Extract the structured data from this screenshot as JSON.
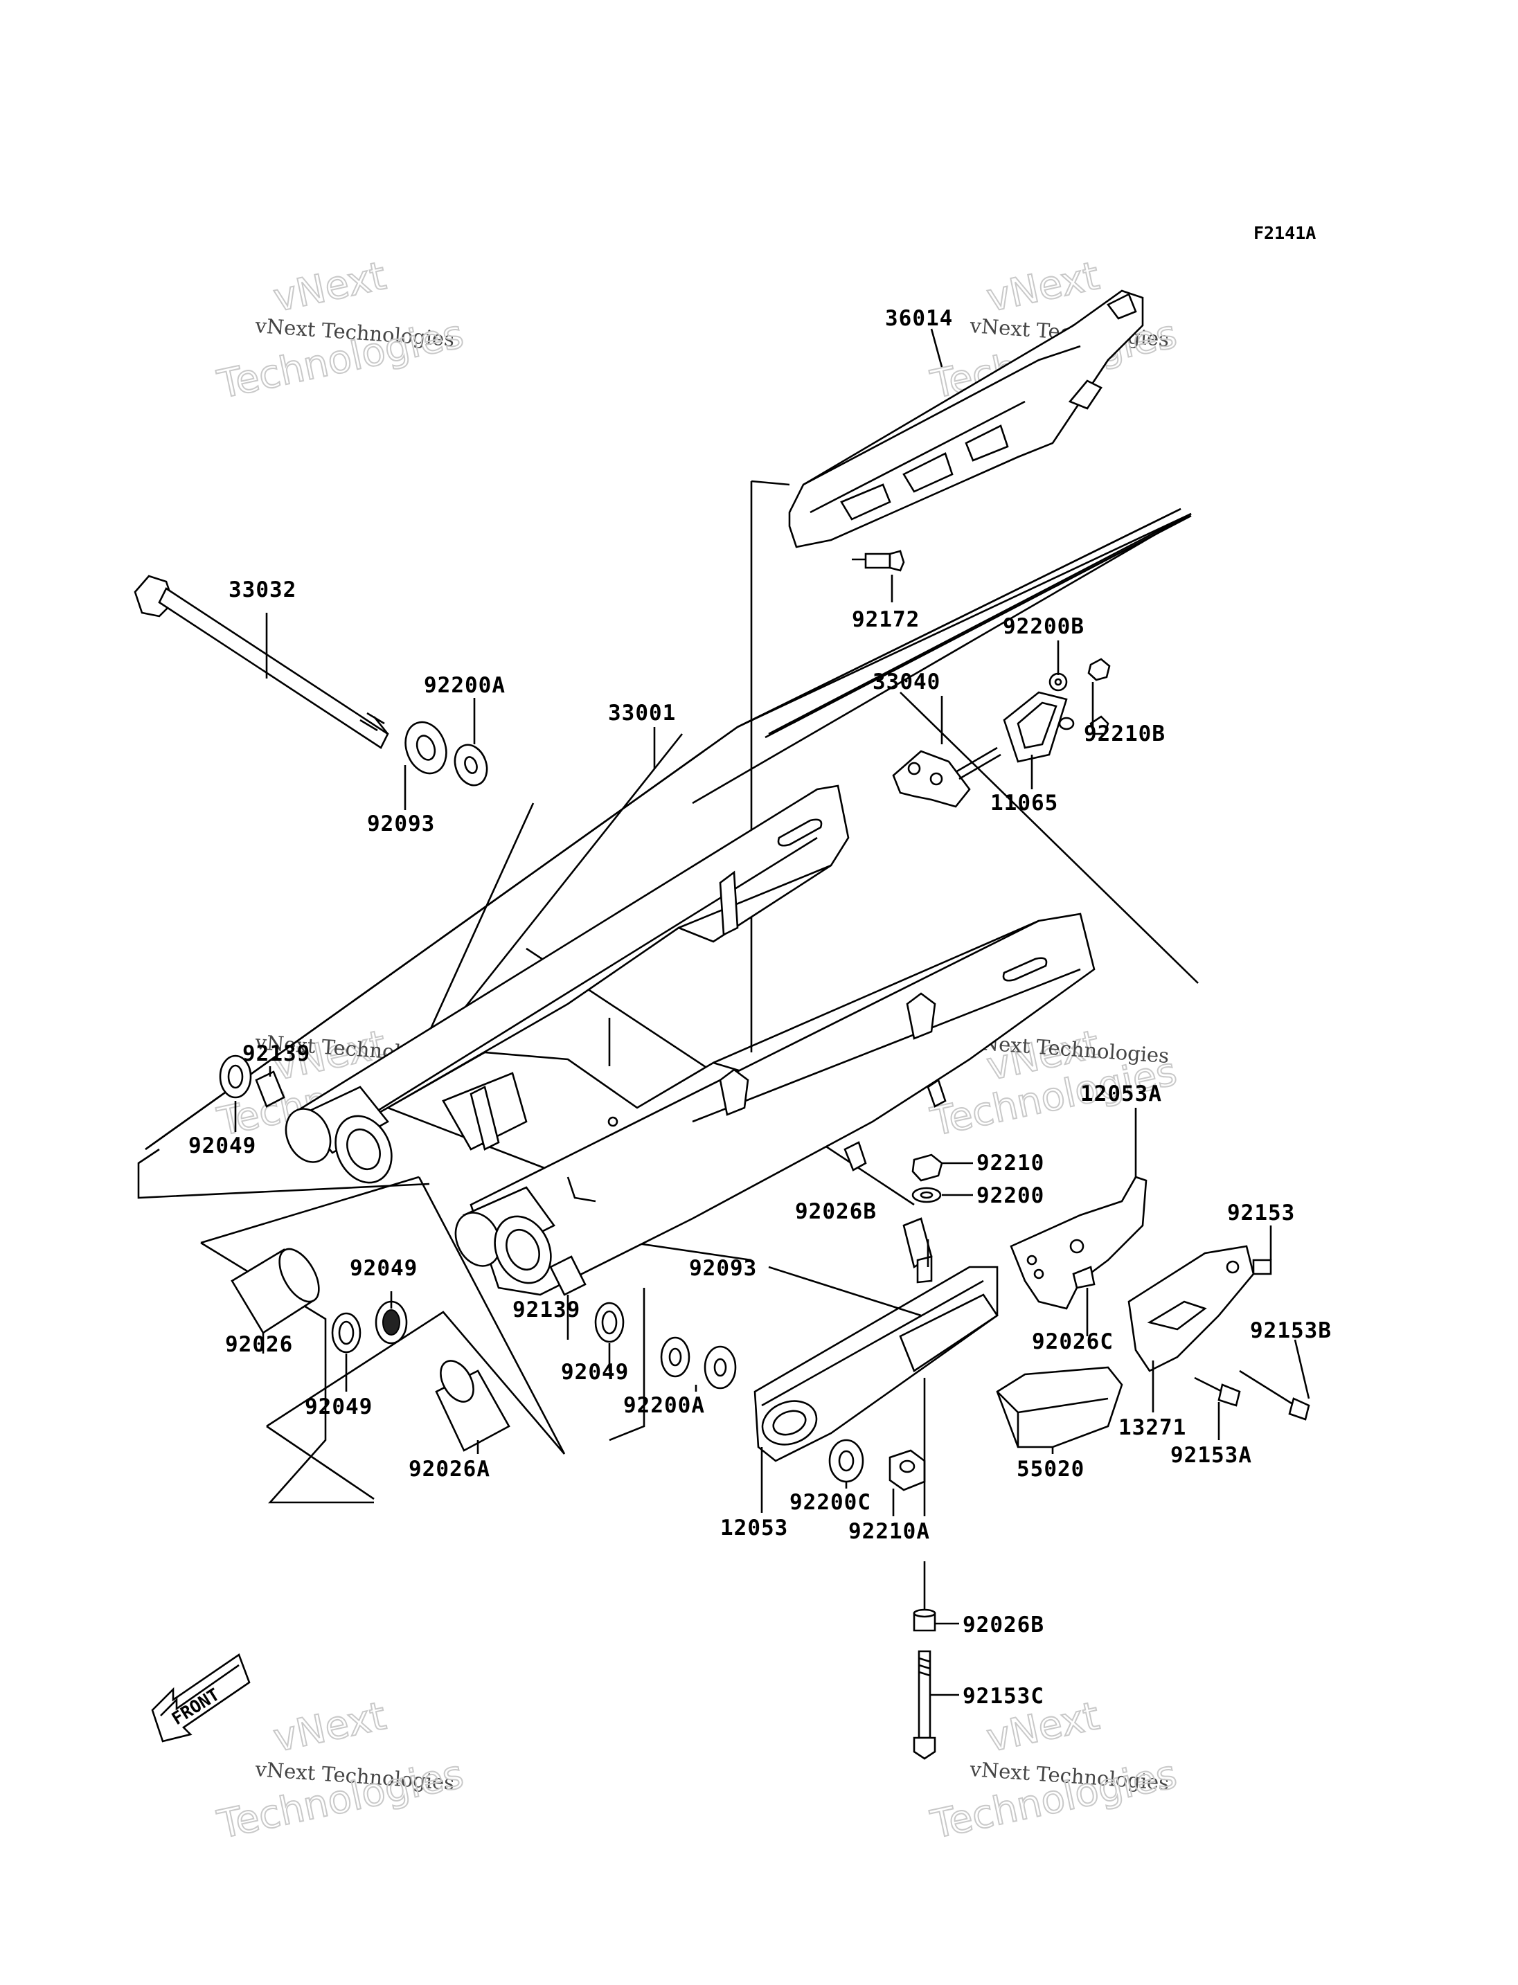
{
  "figure_code": "F2141A",
  "watermark": {
    "line1": "vNext",
    "line2": "vNext Technologies",
    "line3": "Technologies"
  },
  "front_label": "FRONT",
  "labels": {
    "p36014": "36014",
    "p92172": "92172",
    "p33032": "33032",
    "p92200A_top": "92200A",
    "p92093_top": "92093",
    "p33001": "33001",
    "p92200B": "92200B",
    "p33040": "33040",
    "p92210B": "92210B",
    "p11065": "11065",
    "p92139_a": "92139",
    "p92049_a": "92049",
    "p12053A": "12053A",
    "p92210": "92210",
    "p92200": "92200",
    "p92026B_a": "92026B",
    "p92153": "92153",
    "p92093_b": "92093",
    "p92049_b": "92049",
    "p92026": "92026",
    "p92139_b": "92139",
    "p92049_c": "92049",
    "p92026C": "92026C",
    "p92153B": "92153B",
    "p92049_d": "92049",
    "p92200A_b": "92200A",
    "p13271": "13271",
    "p92153A": "92153A",
    "p92026A": "92026A",
    "p55020": "55020",
    "p92200C": "92200C",
    "p12053": "12053",
    "p92210A": "92210A",
    "p92026B_b": "92026B",
    "p92153C": "92153C"
  }
}
